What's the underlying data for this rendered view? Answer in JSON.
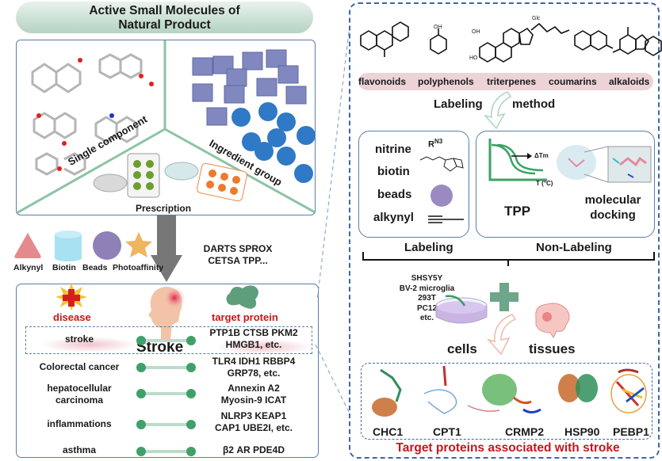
{
  "left": {
    "title_line1": "Active Small Molecules of",
    "title_line2": "Natural Product",
    "sectors": {
      "single": "Single component",
      "ingredient": "Ingredient group",
      "prescription": "Prescription"
    },
    "probes": [
      {
        "label": "Alkynyl",
        "shape": "rounded-triangle",
        "color": "#e58a8c"
      },
      {
        "label": "Biotin",
        "shape": "cylinder",
        "color": "#a7e1f2"
      },
      {
        "label": "Beads",
        "shape": "circle",
        "color": "#8f80b8"
      },
      {
        "label": "Photoaffinity",
        "shape": "star",
        "color": "#f0b560"
      }
    ],
    "methods_line1": "DARTS SPROX",
    "methods_line2": "CETSA TPP...",
    "disease_header": "disease",
    "target_header": "target protein",
    "center_label": "Stroke",
    "rows": [
      {
        "disease": "stroke",
        "targets_line1": "PTP1B CTSB PKM2",
        "targets_line2": "HMGB1, etc."
      },
      {
        "disease": "Colorectal cancer",
        "targets_line1": "TLR4 IDH1 RBBP4",
        "targets_line2": "GRP78, etc."
      },
      {
        "disease_line1": "hepatocellular",
        "disease_line2": "carcinoma",
        "targets_line1": "Annexin A2",
        "targets_line2": "Myosin-9 ICAT"
      },
      {
        "disease": "inflammations",
        "targets_line1": "NLRP3 KEAP1",
        "targets_line2": "CAP1 UBE2I, etc."
      },
      {
        "disease": "asthma",
        "targets_line1": "β2 AR PDE4D"
      }
    ],
    "colors": {
      "accent_green": "#3fa06a",
      "header_red": "#c8161d",
      "frame_blue": "#5a7ea8"
    }
  },
  "right": {
    "compound_classes": [
      "flavonoids",
      "polyphenols",
      "triterpenes",
      "coumarins",
      "alkaloids"
    ],
    "structure_labels": {
      "oh": "OH",
      "glc": "Glc",
      "ho": "HO",
      "nh": "H",
      "o": "O"
    },
    "method_left": "Labeling",
    "method_right": "method",
    "labeling_items": [
      "nitrine",
      "biotin",
      "beads",
      "alkynyl"
    ],
    "nitrine_formula": "R",
    "nitrine_sub": "N3",
    "tpp_label": "TPP",
    "tpp_delta": "ΔTm",
    "tpp_axis": "T (°C)",
    "docking_line1": "molecular",
    "docking_line2": "docking",
    "labeling_caption": "Labeling",
    "nonlabeling_caption": "Non-Labeling",
    "cell_lines": [
      "SHSY5Y",
      "BV-2 microglia",
      "293T",
      "PC12",
      "etc."
    ],
    "cells_label": "cells",
    "tissues_label": "tissues",
    "proteins": [
      "CHC1",
      "CPT1",
      "CRMP2",
      "HSP90",
      "PEBP1"
    ],
    "footer": "Target proteins associated with stroke",
    "colors": {
      "footer_red": "#c8161d",
      "dash_blue": "#3c67a8",
      "class_bar": "#ecd3d6"
    }
  }
}
